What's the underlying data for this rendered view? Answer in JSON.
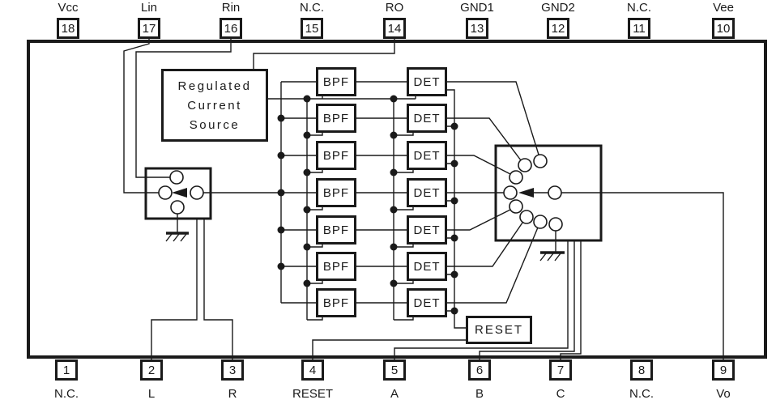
{
  "diagram": {
    "top_pins": [
      {
        "num": "18",
        "label": "Vcc"
      },
      {
        "num": "17",
        "label": "Lin"
      },
      {
        "num": "16",
        "label": "Rin"
      },
      {
        "num": "15",
        "label": "N.C."
      },
      {
        "num": "14",
        "label": "RO"
      },
      {
        "num": "13",
        "label": "GND1"
      },
      {
        "num": "12",
        "label": "GND2"
      },
      {
        "num": "11",
        "label": "N.C."
      },
      {
        "num": "10",
        "label": "Vee"
      }
    ],
    "bottom_pins": [
      {
        "num": "1",
        "label": "N.C."
      },
      {
        "num": "2",
        "label": "L"
      },
      {
        "num": "3",
        "label": "R"
      },
      {
        "num": "4",
        "label": "RESET"
      },
      {
        "num": "5",
        "label": "A"
      },
      {
        "num": "6",
        "label": "B"
      },
      {
        "num": "7",
        "label": "C"
      },
      {
        "num": "8",
        "label": "N.C."
      },
      {
        "num": "9",
        "label": "Vo"
      }
    ],
    "blocks": {
      "regulated_current_source": [
        "Regulated",
        "Current",
        "Source"
      ],
      "bpf": "BPF",
      "det": "DET",
      "reset": "RESET"
    },
    "filter_rows": 7,
    "colors": {
      "ink": "#1a1a1a",
      "background": "#ffffff"
    }
  }
}
